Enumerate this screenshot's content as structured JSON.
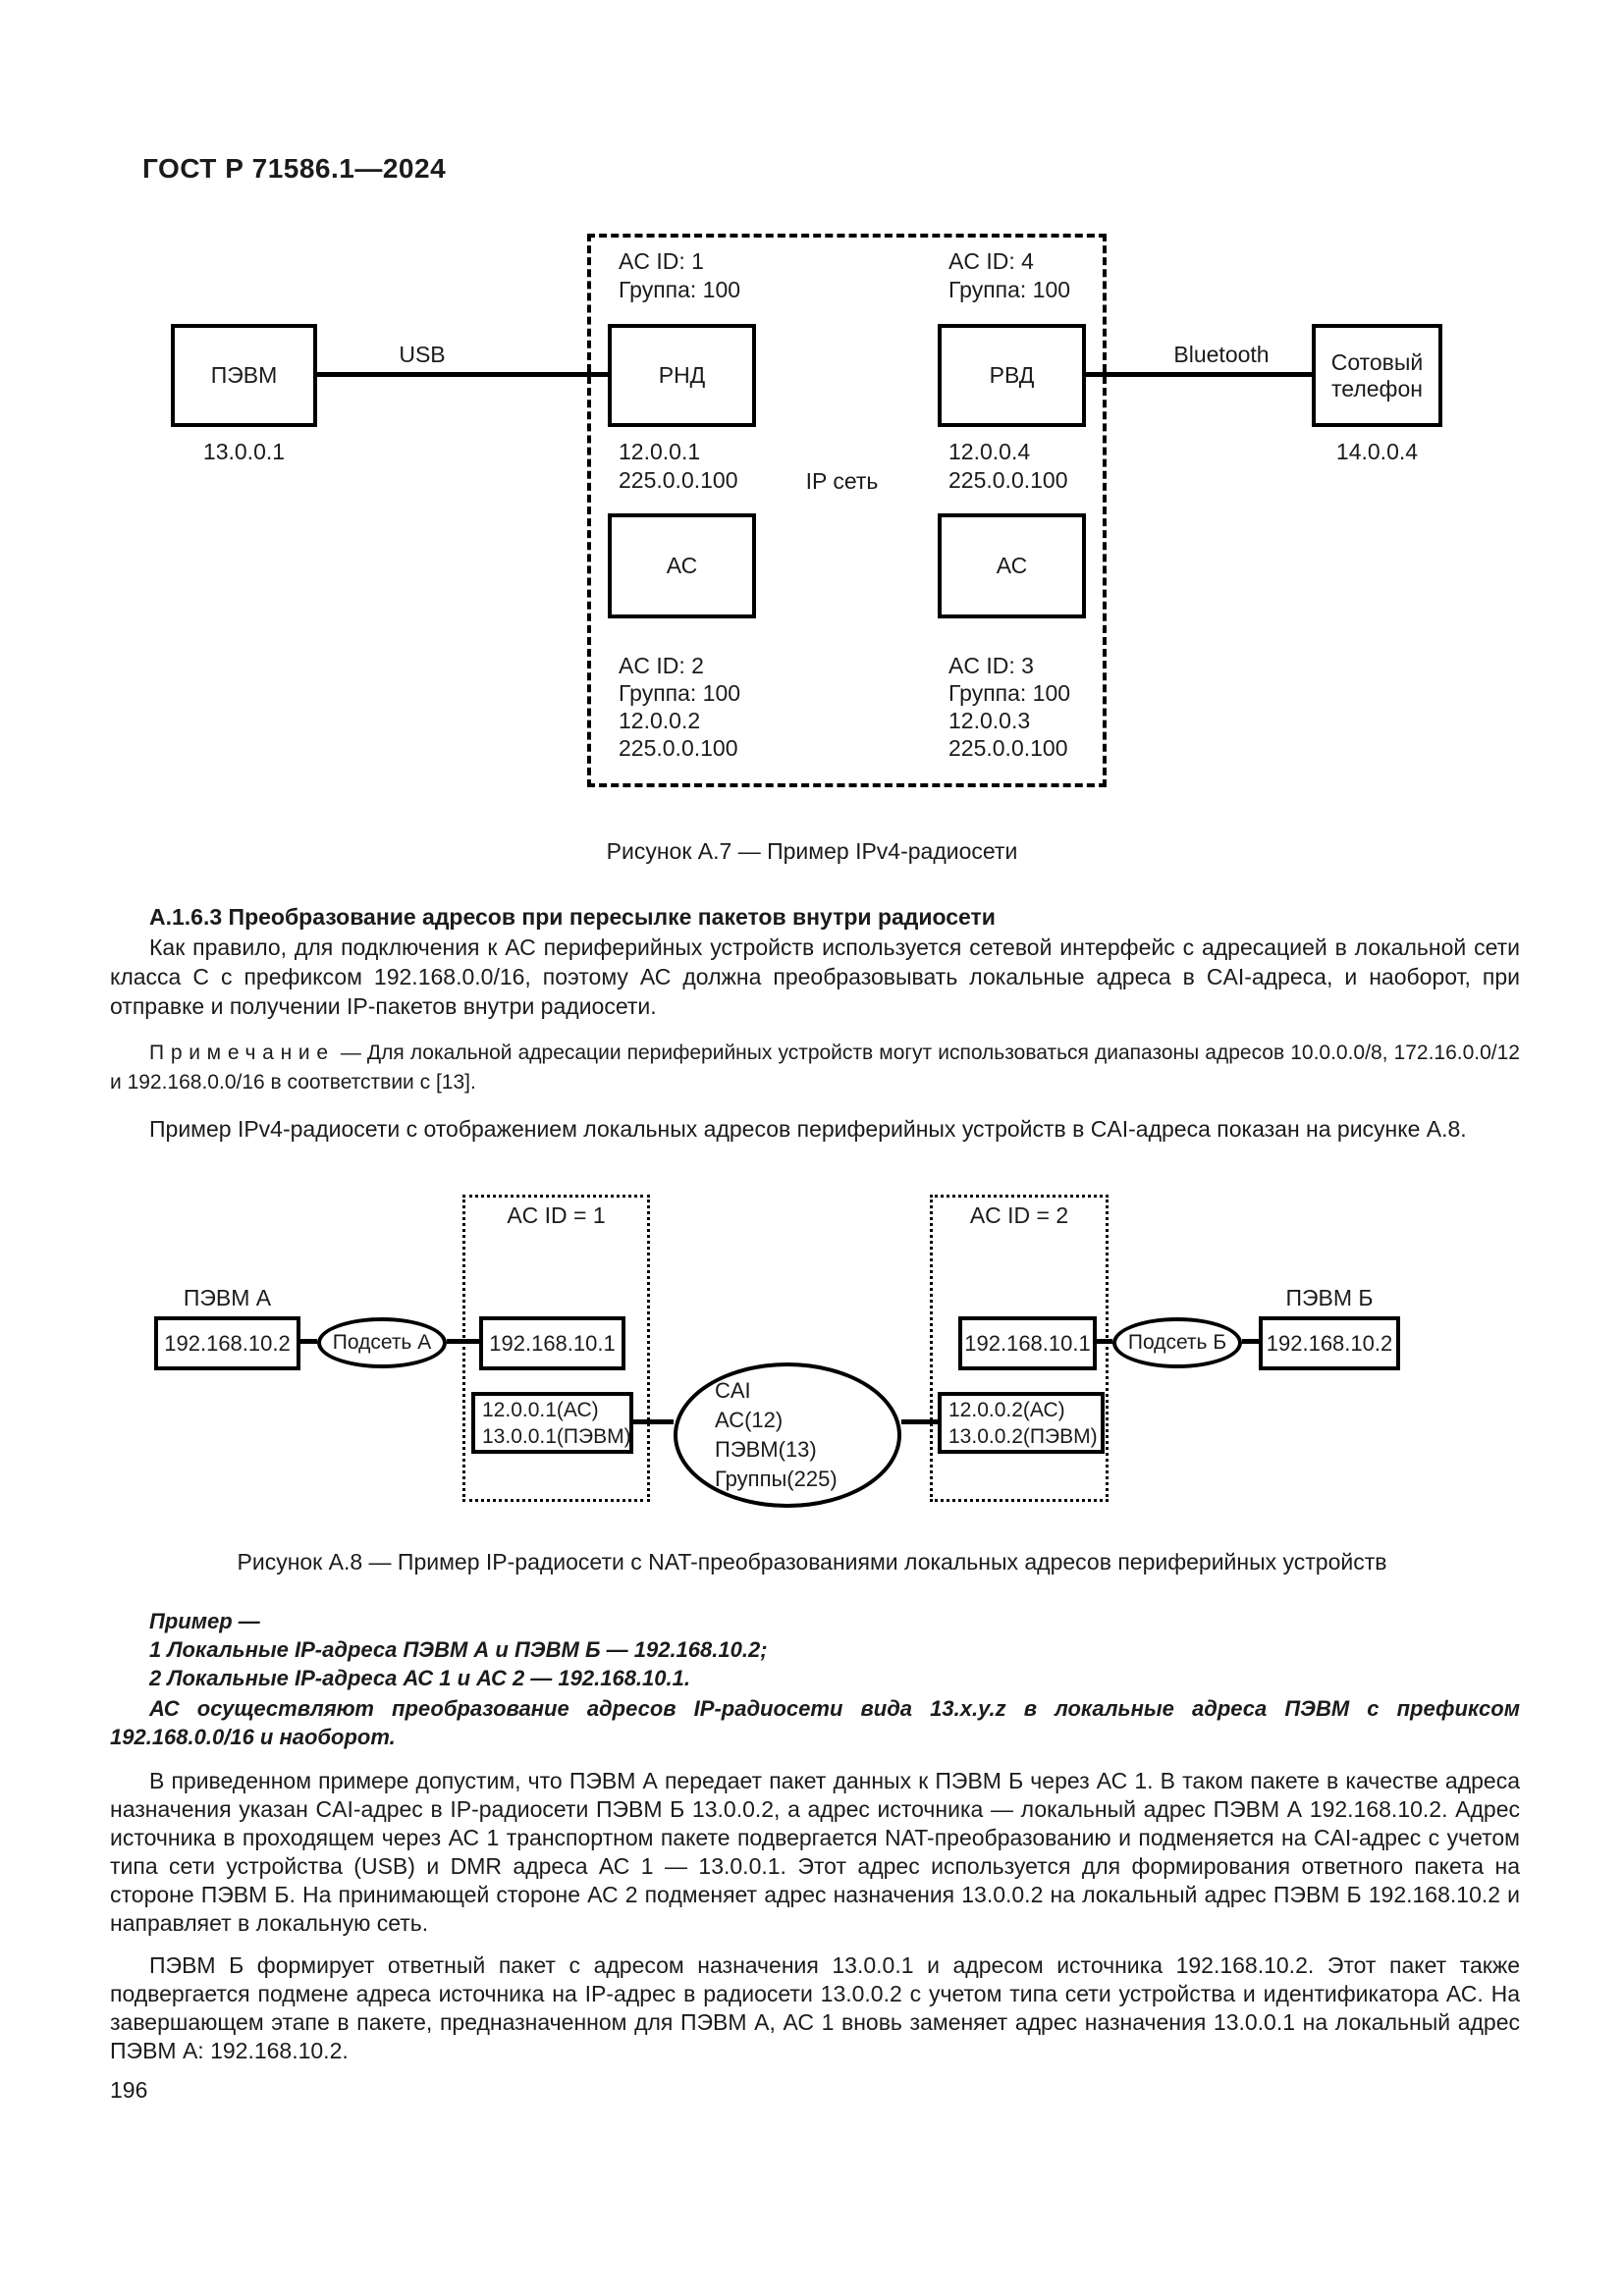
{
  "page": {
    "header": "ГОСТ Р 71586.1—2024",
    "page_number": "196"
  },
  "fig7": {
    "caption": "Рисунок А.7 — Пример IPv4-радиосети",
    "pevm_label": "ПЭВМ",
    "pevm_addr": "13.0.0.1",
    "usb_label": "USB",
    "rnd_label": "РНД",
    "rnd_top": "AC ID: 1\nГруппа: 100",
    "rnd_bottom": "12.0.0.1\n225.0.0.100",
    "ip_net_label": "IP сеть",
    "rvd_label": "РВД",
    "rvd_top": "AC ID: 4\nГруппа: 100",
    "rvd_bottom": "12.0.0.4\n225.0.0.100",
    "bt_label": "Bluetooth",
    "phone_label": "Сотовый\nтелефон",
    "phone_addr": "14.0.0.4",
    "ac_left_label": "АС",
    "ac_left_info": "AC ID: 2\nГруппа: 100\n12.0.0.2\n225.0.0.100",
    "ac_right_label": "АС",
    "ac_right_info": "AC ID: 3\nГруппа: 100\n12.0.0.3\n225.0.0.100"
  },
  "section": {
    "heading": "А.1.6.3 Преобразование адресов при пересылке пакетов внутри радиосети",
    "para1": "Как правило, для подключения к АС периферийных устройств используется сетевой интерфейс с адресацией в локальной сети класса С с префиксом 192.168.0.0/16, поэтому АС должна преобразовывать локальные адреса в CAI-адреса, и наоборот, при отправке и получении IP-пакетов внутри радиосети.",
    "note_label": "Примечание",
    "note_text": " — Для локальной адресации периферийных устройств могут использоваться диапазоны адресов 10.0.0.0/8, 172.16.0.0/12 и 192.168.0.0/16 в соответствии с [13].",
    "para2": "Пример IPv4-радиосети с отображением локальных адресов периферийных устройств в CAI-адреса показан на рисунке А.8."
  },
  "fig8": {
    "caption": "Рисунок А.8 — Пример IP-радиосети с NAT-преобразованиями локальных адресов периферийных устройств",
    "pevm_a_label": "ПЭВМ А",
    "pevm_a_addr": "192.168.10.2",
    "subnet_a_label": "Подсеть А",
    "ac1_title": "AC ID = 1",
    "ac1_ip": "192.168.10.1",
    "ac1_addrs": "12.0.0.1(АС)\n13.0.0.1(ПЭВМ)",
    "cai_info": "CAI\nАС(12)\nПЭВМ(13)\nГруппы(225)",
    "ac2_title": "AC ID = 2",
    "ac2_ip": "192.168.10.1",
    "ac2_addrs": "12.0.0.2(АС)\n13.0.0.2(ПЭВМ)",
    "subnet_b_label": "Подсеть Б",
    "pevm_b_label": "ПЭВМ Б",
    "pevm_b_addr": "192.168.10.2"
  },
  "example": {
    "title": "Пример —",
    "item1": "1 Локальные IP-адреса ПЭВМ А и ПЭВМ Б — 192.168.10.2;",
    "item2": "2 Локальные IP-адреса АС 1 и АС 2 — 192.168.10.1.",
    "body": "АС осуществляют преобразование адресов IP-радиосети вида 13.x.y.z в локальные адреса ПЭВМ с префиксом 192.168.0.0/16 и наоборот."
  },
  "body": {
    "para3": "В приведенном примере допустим, что ПЭВМ А передает пакет данных к ПЭВМ Б через АС 1. В таком пакете в качестве адреса назначения указан CAI-адрес в IP-радиосети ПЭВМ Б 13.0.0.2, а адрес источника — локальный адрес ПЭВМ А 192.168.10.2. Адрес источника в проходящем через АС 1 транспортном пакете подвергается NAT-преобразованию и подменяется на CAI-адрес с учетом типа сети устройства (USB) и DMR адреса АС 1 — 13.0.0.1. Этот адрес используется для формирования ответного пакета на стороне ПЭВМ Б. На принимающей стороне АС 2 подменяет адрес назначения 13.0.0.2 на локальный адрес ПЭВМ Б 192.168.10.2 и направляет в локальную сеть.",
    "para4": "ПЭВМ Б формирует ответный пакет с адресом назначения 13.0.0.1 и адресом источника 192.168.10.2. Этот пакет также подвергается подмене адреса источника на IP-адрес в радиосети 13.0.0.2 с учетом типа сети устройства и идентификатора АС. На завершающем этапе в пакете, предназначенном для ПЭВМ А, АС 1 вновь заменяет адрес назначения 13.0.0.1 на локальный адрес ПЭВМ А: 192.168.10.2."
  }
}
